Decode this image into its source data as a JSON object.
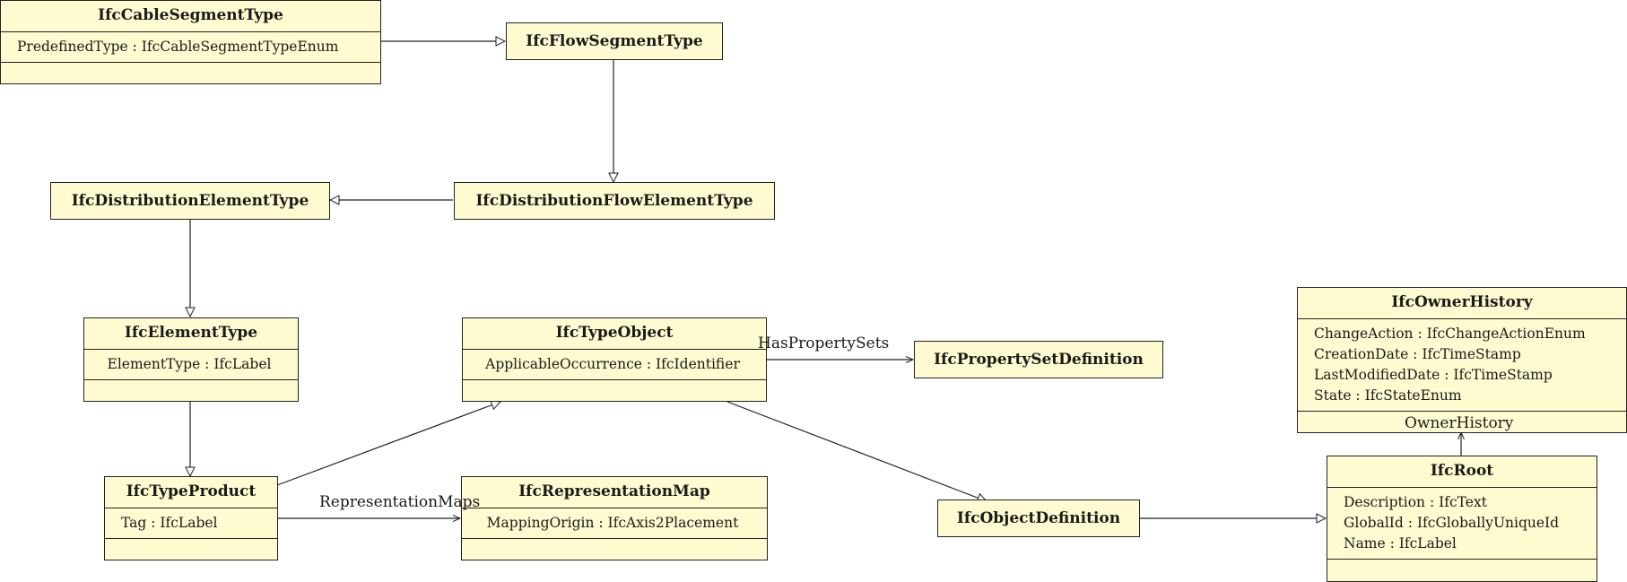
{
  "classes": {
    "cable_segment_type": {
      "name": "IfcCableSegmentType",
      "attributes": [
        "PredefinedType : IfcCableSegmentTypeEnum"
      ]
    },
    "flow_segment_type": {
      "name": "IfcFlowSegmentType"
    },
    "distribution_element_type": {
      "name": "IfcDistributionElementType"
    },
    "distribution_flow_element_type": {
      "name": "IfcDistributionFlowElementType"
    },
    "element_type": {
      "name": "IfcElementType",
      "attributes": [
        "ElementType : IfcLabel"
      ]
    },
    "type_object": {
      "name": "IfcTypeObject",
      "attributes": [
        "ApplicableOccurrence : IfcIdentifier"
      ]
    },
    "property_set_definition": {
      "name": "IfcPropertySetDefinition"
    },
    "owner_history": {
      "name": "IfcOwnerHistory",
      "attributes": [
        "ChangeAction : IfcChangeActionEnum",
        "CreationDate : IfcTimeStamp",
        "LastModifiedDate : IfcTimeStamp",
        "State : IfcStateEnum"
      ]
    },
    "type_product": {
      "name": "IfcTypeProduct",
      "attributes": [
        "Tag : IfcLabel"
      ]
    },
    "representation_map": {
      "name": "IfcRepresentationMap",
      "attributes": [
        "MappingOrigin : IfcAxis2Placement"
      ]
    },
    "object_definition": {
      "name": "IfcObjectDefinition"
    },
    "root": {
      "name": "IfcRoot",
      "attributes": [
        "Description : IfcText",
        "GlobalId : IfcGloballyUniqueId",
        "Name : IfcLabel"
      ]
    }
  },
  "associations": {
    "has_property_sets": "HasPropertySets",
    "representation_maps": "RepresentationMaps",
    "owner_history": "OwnerHistory"
  },
  "colors": {
    "class_fill": "#fffbd1",
    "line": "#222222"
  }
}
